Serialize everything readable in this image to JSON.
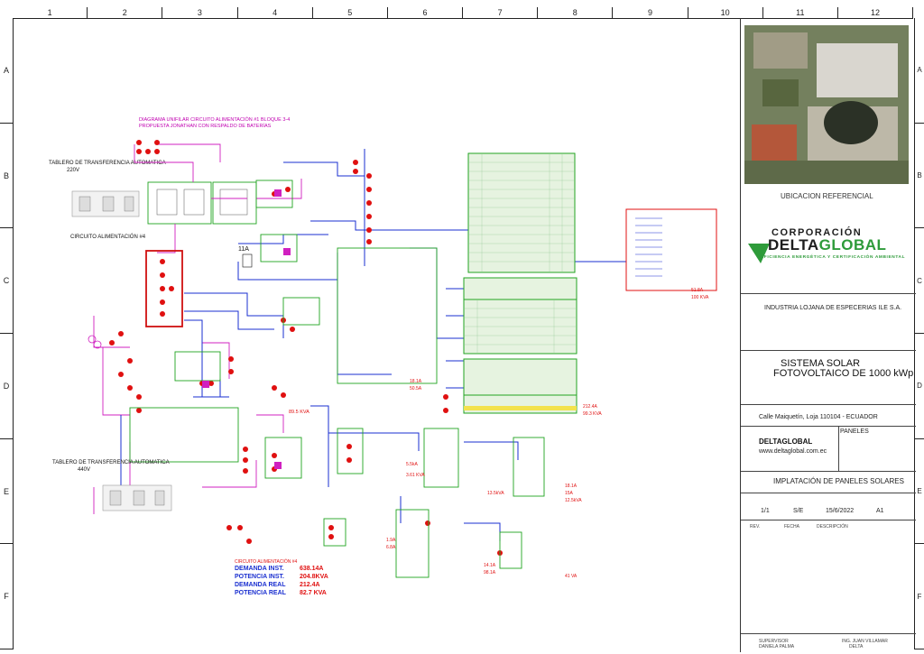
{
  "rulers": {
    "columns": [
      "1",
      "2",
      "3",
      "4",
      "5",
      "6",
      "7",
      "8",
      "9",
      "10",
      "11",
      "12"
    ],
    "rows": [
      "A",
      "B",
      "C",
      "D",
      "E",
      "F"
    ]
  },
  "title_block": {
    "location_caption": "UBICACION REFERENCIAL",
    "logo_line1": "CORPORACIÓN",
    "logo_line2a": "DELTA",
    "logo_line2b": "GLOBAL",
    "logo_tagline": "EFICIENCIA ENERGÉTICA Y CERTIFICACIÓN AMBIENTAL",
    "client": "INDUSTRIA LOJANA DE ESPECERIAS ILE S.A.",
    "project_line1": "SISTEMA SOLAR",
    "project_line2": "FOTOVOLTAICO DE 1000 kWp",
    "address": "Calle Maiquetín, Loja 110104 - ECUADOR",
    "company": "DELTAGLOBAL",
    "website": "www.deltaglobal.com.ec",
    "panels_label": "PANELES",
    "drawing_title": "IMPLATACIÓN DE PANELES SOLARES",
    "sheet": "1/1",
    "scale": "S/E",
    "date": "15/6/2022",
    "size": "A1",
    "rev_label": "REV.",
    "fecha_label": "FECHA",
    "desc_label": "DESCRIPCIÓN",
    "sig1_line1": "SUPERVISOR",
    "sig1_line2": "DANIELA PALMA",
    "sig2_line1": "ING. JUAN VILLAMAR",
    "sig2_line2": "DELTA"
  },
  "labels": {
    "tablero_220": "TABLERO DE TRANSFERENCIA AUTOMATICA",
    "tablero_220_v": "220V",
    "tablero_440": "TABLERO DE TRANSFERENCIA AUTOMATICA",
    "tablero_440_v": "440V",
    "circuito_44": "CIRCUITO ALIMENTACIÓN #4",
    "diagrama_title": "DIAGRAMA UNIFILAR CIRCUITO ALIMENTACIÓN #1 BLOQUE 3-4",
    "diagrama_sub": "PROPUESTA JONATHAN CON RESPALDO DE BATERÍAS",
    "breaker_11a": "11A",
    "demanda_val1": "18.1A",
    "demanda_val2": "50.5A",
    "potencia_val": "89.5 KVA",
    "totales_title": "CIRCUITO ALIMENTACIÓN #4",
    "demanda_inst_label": "DEMANDA INST.",
    "demanda_inst_val": "638.14A",
    "potencia_inst_label": "POTENCIA INST.",
    "potencia_inst_val": "204.8KVA",
    "demanda_real_label": "DEMANDA REAL",
    "demanda_real_val": "212.4A",
    "potencia_real_label": "POTENCIA REAL",
    "potencia_real_val": "82.7 KVA",
    "mid_demanda": "5.5kA",
    "mid_potencia": "3.61 KVA",
    "mid_real": "13.5kVA",
    "lower_a": "1.9A",
    "lower_b": "6.8A",
    "lower_c": "14.1A",
    "lower_d": "98.1A",
    "right_a": "18.1A",
    "right_b": "15A",
    "right_c": "12.5kVA",
    "right_d": "41 VA",
    "panel_right_total1": "51.8A",
    "panel_right_total2": "100 KVA",
    "p2_total1": "212.4A",
    "p2_total2": "99.3 KVA"
  },
  "colors": {
    "wire_blue": "#1a2fd0",
    "wire_magenta": "#d020c0",
    "breaker_red": "#e01010",
    "panel_green": "#21a321",
    "logo_green": "#2e9b3a",
    "table_fill": "#e6f3e0"
  }
}
